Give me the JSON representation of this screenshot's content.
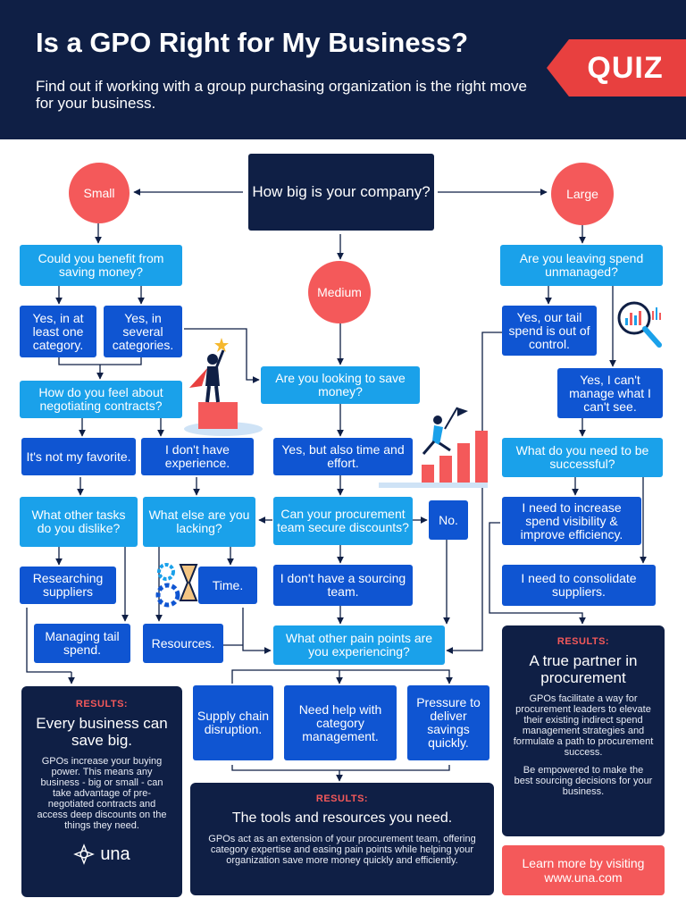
{
  "header": {
    "title": "Is a GPO Right for My Business?",
    "subtitle": "Find out if working with a group purchasing organization is the right move for your business.",
    "badge": "QUIZ"
  },
  "start": {
    "question": "How big is your company?"
  },
  "sizes": {
    "small": "Small",
    "medium": "Medium",
    "large": "Large"
  },
  "small": {
    "q1": "Could you benefit from saving money?",
    "a1": "Yes, in at least one category.",
    "a2": "Yes, in several categories.",
    "q2": "How do you feel about negotiating contracts?",
    "b1": "It's not my favorite.",
    "b2": "I don't have experience.",
    "q3": "What other tasks do you dislike?",
    "q4": "What else are you lacking?",
    "c1": "Researching suppliers",
    "c2": "Managing tail spend.",
    "c3": "Time.",
    "c4": "Resources."
  },
  "medium": {
    "q1": "Are you looking to save money?",
    "a1": "Yes, but also time and effort.",
    "q2": "Can your procurement team secure discounts?",
    "no": "No.",
    "a2": "I don't have a sourcing team.",
    "q3": "What other pain points are you experiencing?",
    "p1": "Supply chain disruption.",
    "p2": "Need help with category management.",
    "p3": "Pressure to deliver savings quickly."
  },
  "large": {
    "q1": "Are you leaving spend unmanaged?",
    "a1": "Yes, our tail spend is out of control.",
    "a2": "Yes, I can't manage what I can't see.",
    "q2": "What do you need to be successful?",
    "b1": "I need to increase spend visibility & improve efficiency.",
    "b2": "I need to consolidate suppliers."
  },
  "results": {
    "label": "RESULTS:",
    "small_title": "Every business can save big.",
    "small_body": "GPOs increase your buying power. This means any business - big or small - can take advantage of pre-negotiated contracts and access deep discounts on the things they need.",
    "medium_title": "The tools and resources you need.",
    "medium_body": "GPOs act as an extension of your procurement team, offering category expertise and easing pain points while helping your organization save more money quickly and efficiently.",
    "large_title": "A true partner in procurement",
    "large_body1": "GPOs facilitate a way for procurement leaders to elevate their existing indirect spend management strategies and formulate a path to procurement success.",
    "large_body2": "Be empowered to make the best sourcing decisions for your business."
  },
  "logo": "una",
  "cta": "Learn more by visiting www.una.com",
  "colors": {
    "navy": "#0f1f45",
    "light_blue": "#1aa1ea",
    "dark_blue": "#0f55d2",
    "coral": "#f4595a"
  }
}
